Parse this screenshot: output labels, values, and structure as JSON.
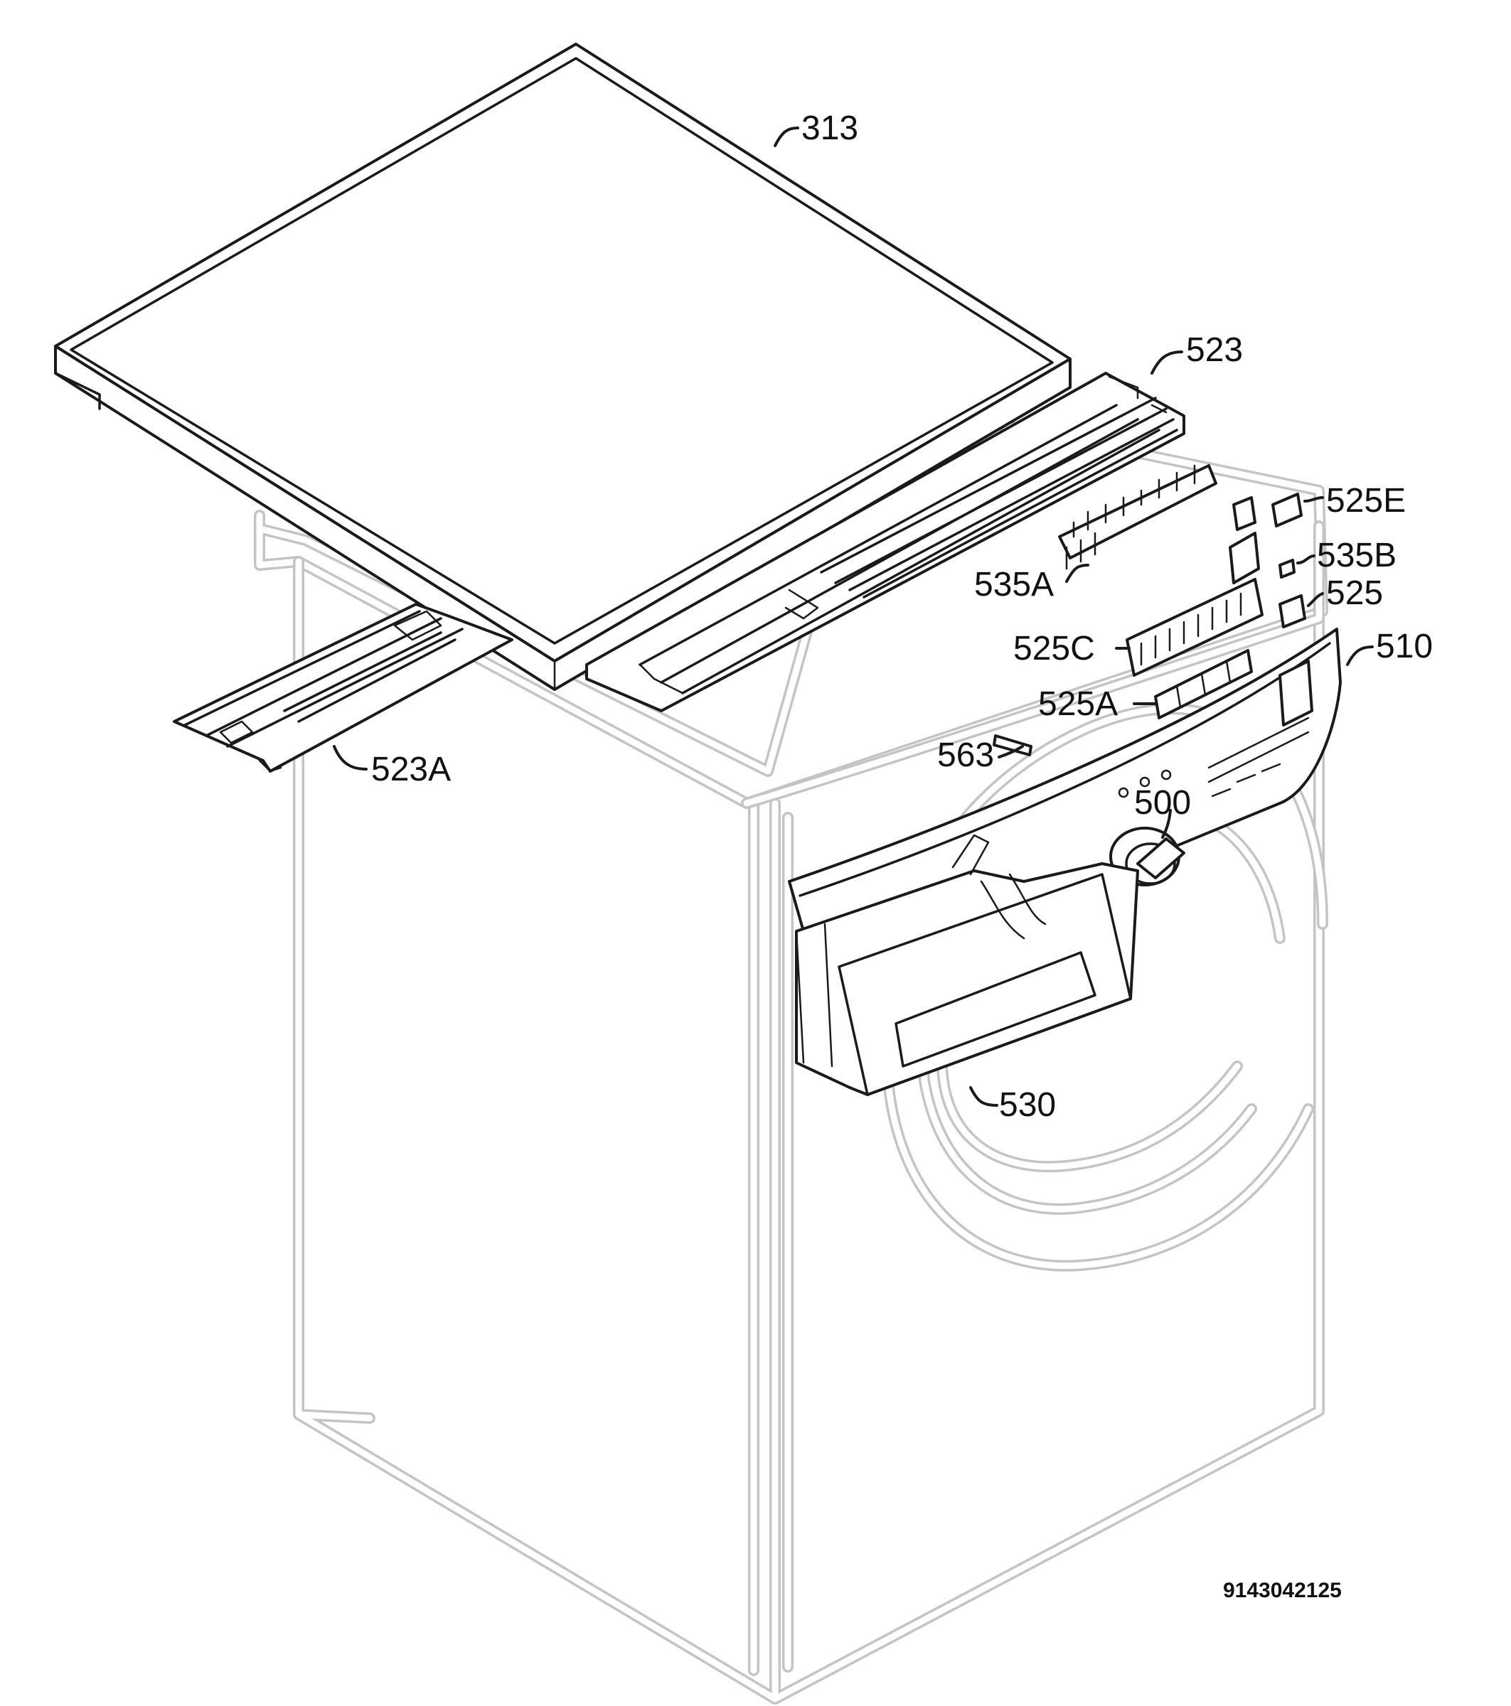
{
  "labels": {
    "p313": "313",
    "p523": "523",
    "p525E": "525E",
    "p535B": "535B",
    "p535A": "535A",
    "p525": "525",
    "p525C": "525C",
    "p510": "510",
    "p525A": "525A",
    "p563": "563",
    "p523A": "523A",
    "p500": "500",
    "p530": "530"
  },
  "drawing_code": "9143042125"
}
